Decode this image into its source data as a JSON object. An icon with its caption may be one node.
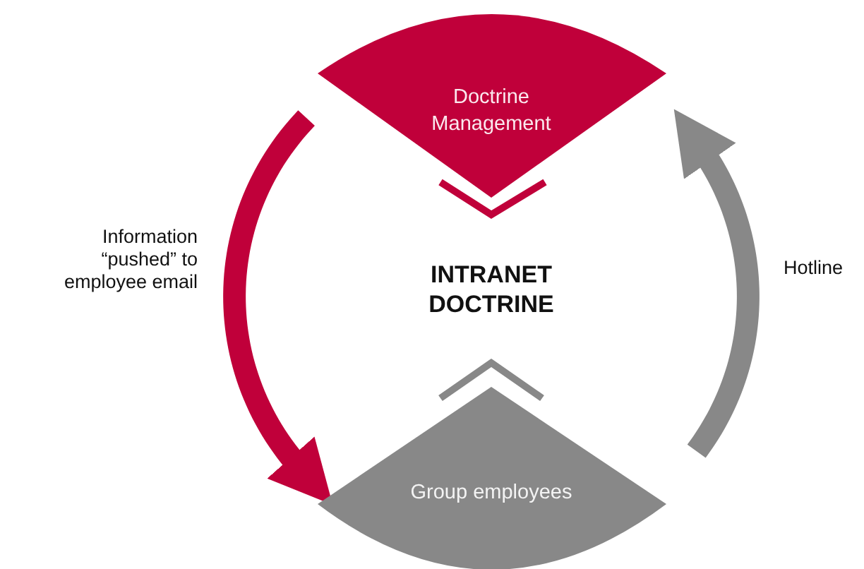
{
  "diagram": {
    "nodes": [
      {
        "text": [
          "Doctrine Management"
        ]
      },
      {
        "text": [
          "INTRANET DOCTRINE"
        ]
      },
      {
        "text": [
          "Group employees"
        ]
      }
    ],
    "edges": [
      {
        "from": 0,
        "to": 2,
        "arrow": "to",
        "label": "Information “pushed” to employee email",
        "color": "#c0003a"
      },
      {
        "from": 2,
        "to": 0,
        "arrow": "to",
        "label": "Hotline",
        "color": "#888888"
      }
    ]
  }
}
